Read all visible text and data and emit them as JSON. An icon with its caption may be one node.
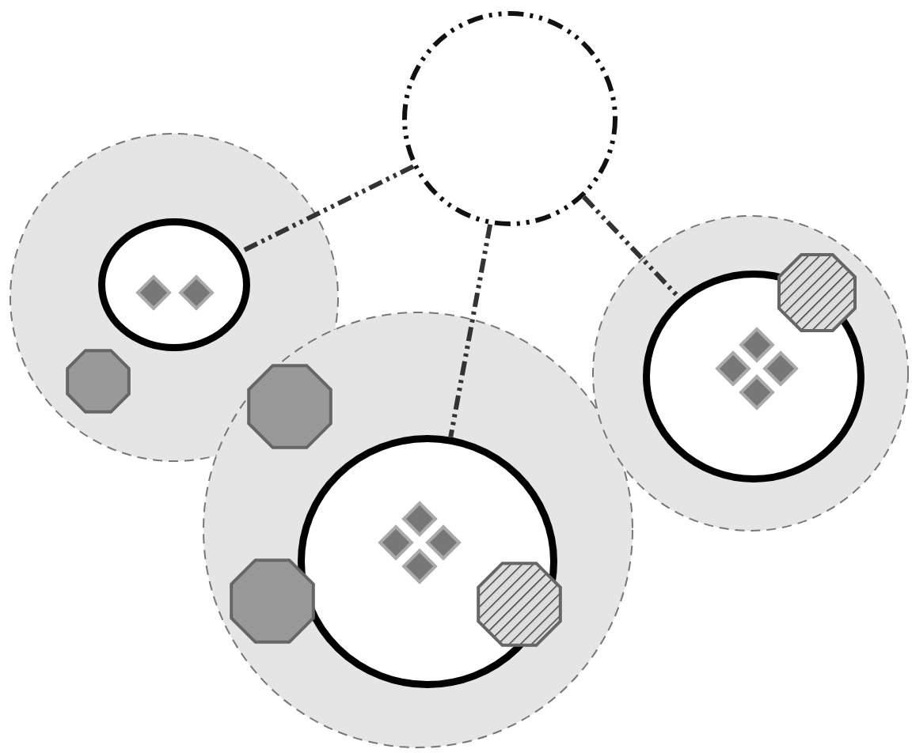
{
  "diagram": {
    "nodes": [
      {
        "text": [],
        "shape": "circle"
      },
      {
        "text": [],
        "shape": "circle"
      },
      {
        "text": [],
        "shape": "circle",
        "in": 1
      },
      {
        "text": [],
        "shape": "circle"
      },
      {
        "text": [],
        "shape": "circle",
        "in": 3
      },
      {
        "text": [],
        "shape": "circle"
      },
      {
        "text": [],
        "shape": "circle",
        "in": 5
      }
    ],
    "edges": [
      {
        "from": 0,
        "to": 2,
        "arrow": "none",
        "style": "dashed"
      },
      {
        "from": 0,
        "to": 4,
        "arrow": "none",
        "style": "dashed"
      },
      {
        "from": 0,
        "to": 6,
        "arrow": "none",
        "style": "dashed"
      }
    ]
  }
}
